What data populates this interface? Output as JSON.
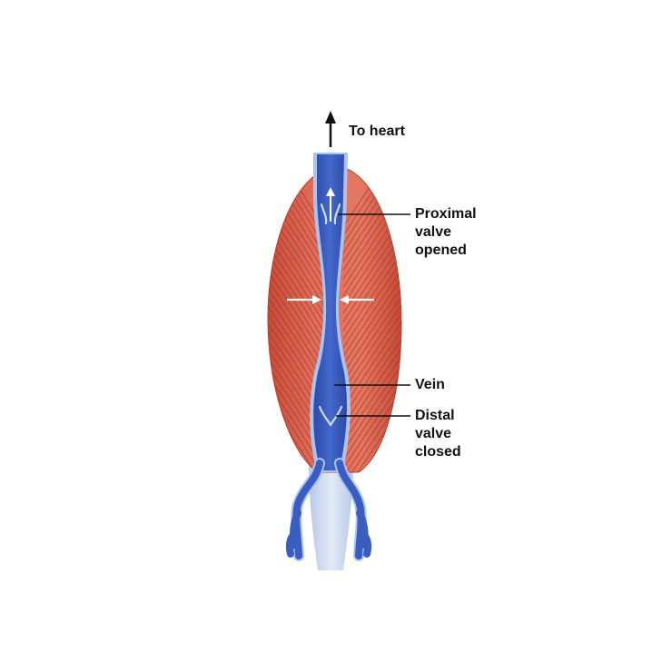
{
  "labels": {
    "to_heart": "To heart",
    "proximal_valve": [
      "Proximal",
      "valve",
      "opened"
    ],
    "vein": "Vein",
    "distal_valve": [
      "Distal",
      "valve",
      "closed"
    ]
  },
  "colors": {
    "muscle": "#d9604f",
    "muscle_dark": "#b8402f",
    "muscle_fiber": "#a8331f",
    "vein": "#3b5cc0",
    "vein_dark": "#2b49a8",
    "vein_edge": "#aac4ee",
    "tendon": "#c8d6ef",
    "leader": "#111111",
    "arrow": "#111111",
    "flow_arrow": "#ffffff"
  }
}
